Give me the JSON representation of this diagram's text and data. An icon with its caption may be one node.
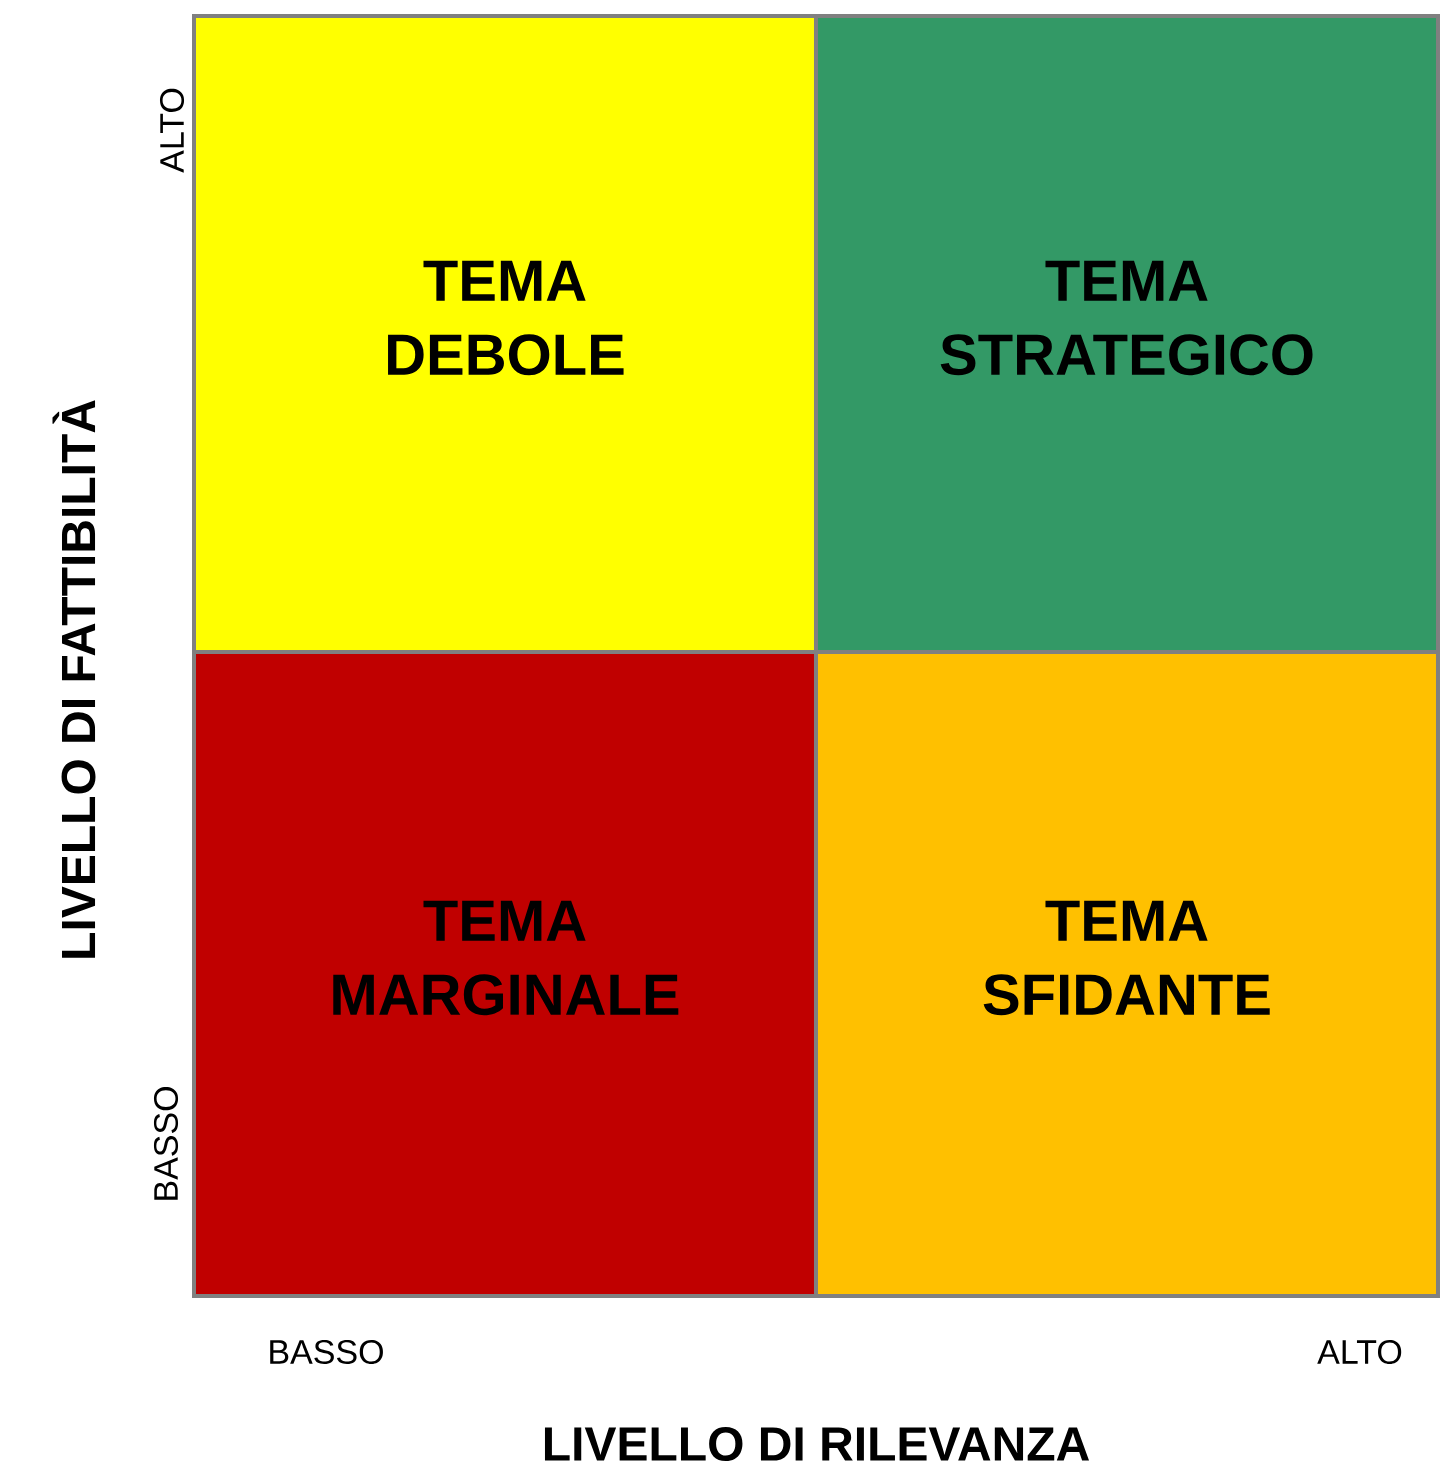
{
  "diagram": {
    "nodes": [
      {
        "text": [
          "TEMA DEBOLE"
        ]
      },
      {
        "text": [
          "TEMA STRATEGICO"
        ]
      },
      {
        "text": [
          "TEMA MARGINALE"
        ]
      },
      {
        "text": [
          "TEMA SFIDANTE"
        ]
      }
    ],
    "labels": [
      "ALTO",
      "LIVELLO DI FATTIBILITÀ",
      "BASSO",
      "BASSO",
      "ALTO",
      "LIVELLO DI RILEVANZA"
    ]
  }
}
